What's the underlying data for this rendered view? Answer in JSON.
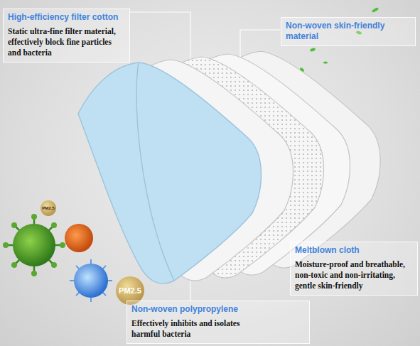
{
  "diagram": {
    "nodes": [
      {
        "text": [
          "High-efficiency filter cotton",
          "Static ultra-fine filter material, effectively block fine particles and bacteria"
        ]
      },
      {
        "text": [
          "Non-woven skin-friendly material"
        ]
      },
      {
        "text": [
          "Meltblown cloth",
          "Moisture-proof and breathable, non-toxic and non-irritating, gentle skin-friendly"
        ]
      },
      {
        "text": [
          "Non-woven polypropylene",
          "Effectively inhibits and isolates harmful bacteria"
        ]
      }
    ],
    "labels": [
      "PM2.5",
      "PM2.5"
    ]
  }
}
